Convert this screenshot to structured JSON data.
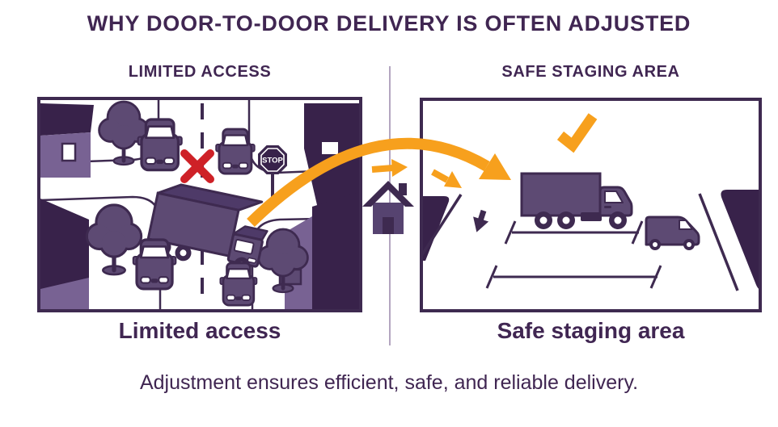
{
  "title": "WHY DOOR-TO-DOOR DELIVERY IS OFTEN ADJUSTED",
  "panels": {
    "left": {
      "header": "LIMITED ACCESS",
      "label": "Limited access",
      "stop_sign_text": "STOP",
      "icons": [
        "house-icon",
        "tree-icon",
        "car-icon",
        "delivery-truck-icon",
        "x-mark-icon",
        "stop-sign-icon",
        "road-dashed-line"
      ]
    },
    "right": {
      "header": "SAFE STAGING AREA",
      "label": "Safe staging area",
      "icons": [
        "checkmark-icon",
        "delivery-truck-icon",
        "van-icon",
        "staging-bay-lines",
        "curb-icon",
        "down-arrow-icon"
      ]
    },
    "middle": {
      "icons": [
        "home-icon",
        "right-arrow-icon",
        "diagonal-arrow-icon",
        "curved-arrow-icon",
        "divider-line"
      ]
    }
  },
  "footer_caption": "Adjustment ensures efficient, safe, and reliable delivery.",
  "colors": {
    "ink": "#3e2a50",
    "text": "#402652",
    "dark_purple": "#38224a",
    "mid_purple": "#5d4a73",
    "light_purple": "#786293",
    "orange": "#f7a01d",
    "red": "#ce2127",
    "divider": "#b3a6c0",
    "background": "#ffffff"
  }
}
